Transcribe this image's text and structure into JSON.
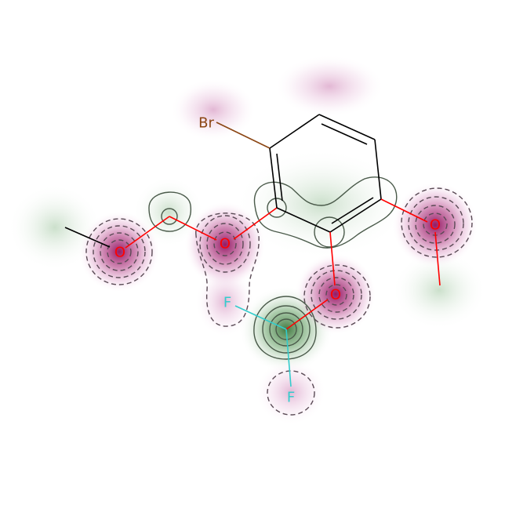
{
  "molecule": {
    "atoms": [
      {
        "id": "Br",
        "label": "Br",
        "color": "#8b4513"
      },
      {
        "id": "O1",
        "label": "O",
        "color": "#ff0000"
      },
      {
        "id": "O2",
        "label": "O",
        "color": "#ff0000"
      },
      {
        "id": "O3",
        "label": "O",
        "color": "#ff0000"
      },
      {
        "id": "O4",
        "label": "O",
        "color": "#ff0000"
      },
      {
        "id": "F1",
        "label": "F",
        "color": "#33cccc"
      },
      {
        "id": "F2",
        "label": "F",
        "color": "#33cccc"
      }
    ],
    "colors": {
      "positive_contour": "#2f6b2f",
      "negative_contour": "#8b1a6b",
      "bond": "#000000",
      "oxygen_bond": "#ff0000",
      "fluorine_bond": "#33cccc",
      "bromine_bond": "#8b4513"
    }
  }
}
